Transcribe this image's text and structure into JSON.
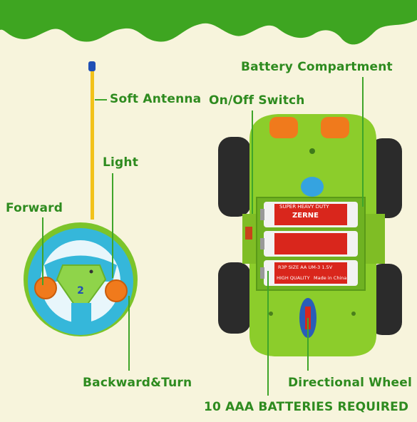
{
  "labels": {
    "soft_antenna": "Soft Antenna",
    "on_off_switch": "On/Off Switch",
    "battery_compartment": "Battery Compartment",
    "light": "Light",
    "forward": "Forward",
    "backward_turn": "Backward&Turn",
    "directional_wheel": "Directional Wheel",
    "batteries_required": "10 AAA BATTERIES REQUIRED"
  },
  "battery_text": {
    "top": "SUPER HEAVY DUTY",
    "brand": "ZERNE",
    "size": "R3P SIZE AA UM-3 1.5V",
    "quality": "HIGH QUALITY",
    "made": "Made in China"
  },
  "remote_logo": "2",
  "colors": {
    "background": "#f7f4dc",
    "slime": "#3ea521",
    "label_green": "#2e8b1f",
    "car_body": "#8ccd2b",
    "wheel": "#2b2b2b",
    "remote_ring": "#35b7da",
    "button_orange": "#f07a1c"
  }
}
